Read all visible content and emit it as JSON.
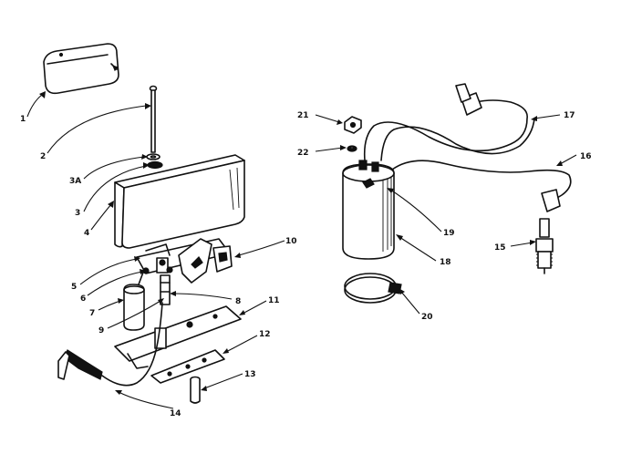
{
  "diagram": {
    "callouts": [
      "1",
      "2",
      "3A",
      "3",
      "4",
      "5",
      "6",
      "7",
      "9",
      "8",
      "10",
      "11",
      "12",
      "13",
      "14",
      "21",
      "22",
      "17",
      "16",
      "19",
      "18",
      "15",
      "20"
    ]
  }
}
